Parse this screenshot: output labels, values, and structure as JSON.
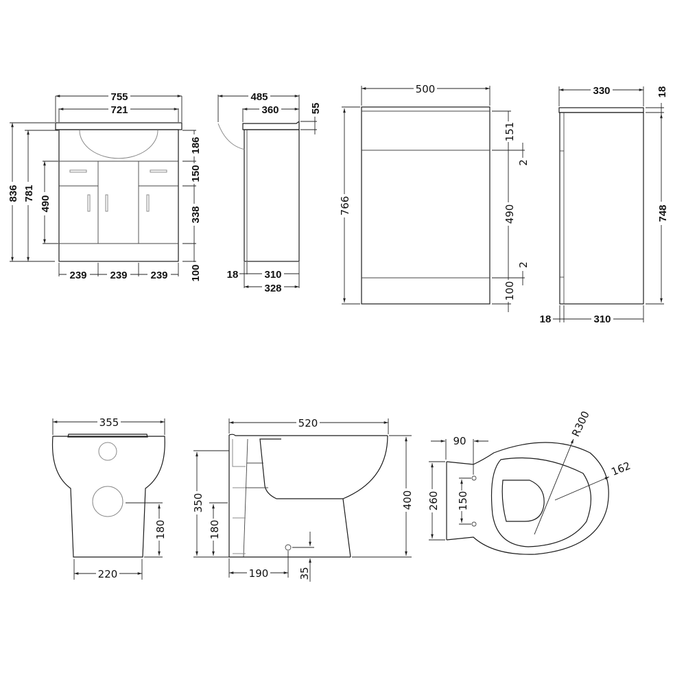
{
  "vanity_front": {
    "overall_width": "755",
    "basin_width": "721",
    "overall_height": "836",
    "cabinet_height": "781",
    "door_height": "490",
    "basin_zone_height": "186",
    "drawer_height": "150",
    "door_lower_height": "338",
    "plinth_height": "100",
    "door_widths": [
      "239",
      "239",
      "239"
    ]
  },
  "vanity_side": {
    "overall_depth": "485",
    "top_depth": "360",
    "top_thickness": "55",
    "panel_thickness": "18",
    "carcass_depth": "310",
    "total_depth": "328"
  },
  "wc_unit_front": {
    "width": "500",
    "height": "766",
    "top_panel_height": "151",
    "gap_top": "2",
    "door_height": "490",
    "gap_bottom": "2",
    "plinth_height": "100"
  },
  "wc_unit_side": {
    "top_depth": "330",
    "top_thickness": "18",
    "height": "748",
    "panel_thickness": "18",
    "carcass_depth": "310"
  },
  "toilet_front": {
    "width": "355",
    "base_width": "220",
    "outlet_height": "180"
  },
  "toilet_side": {
    "length": "520",
    "height": "400",
    "inlet_height": "350",
    "outlet_height": "180",
    "outlet_offset": "190",
    "fixing_height": "35"
  },
  "toilet_top": {
    "fixing_offset": "90",
    "back_width": "260",
    "fixing_spacing": "150",
    "radius_outer": "R300",
    "radius_inner": "162"
  }
}
